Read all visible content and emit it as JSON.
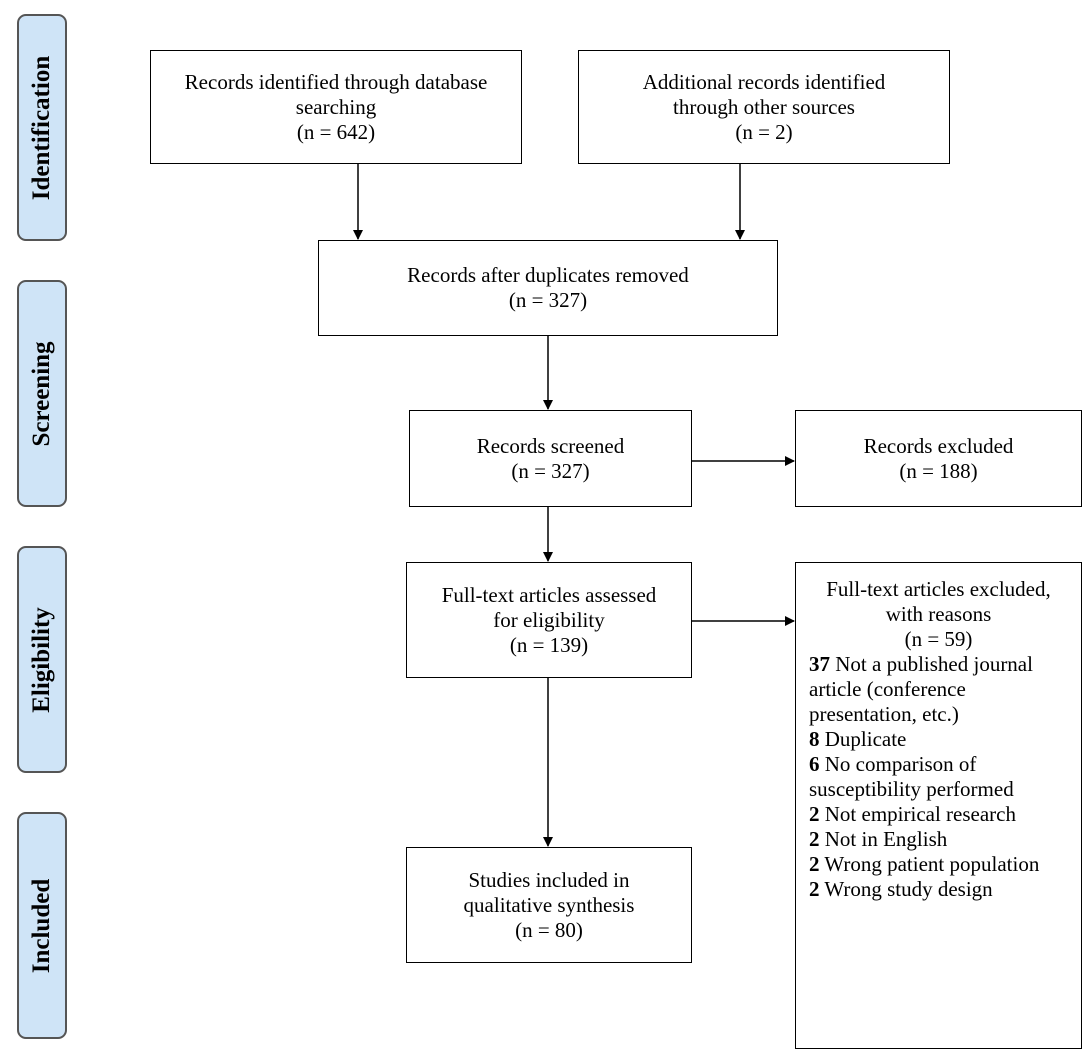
{
  "phases": {
    "identification": "Identification",
    "screening": "Screening",
    "eligibility": "Eligibility",
    "included": "Included"
  },
  "boxes": {
    "db_search": {
      "lines": [
        "Records identified through database",
        "searching",
        "(n = 642)"
      ]
    },
    "other_sources": {
      "lines": [
        "Additional records identified",
        "through other sources",
        "(n = 2)"
      ]
    },
    "after_duplicates": {
      "lines": [
        "Records after duplicates removed",
        "(n = 327)"
      ]
    },
    "screened": {
      "lines": [
        "Records screened",
        "(n = 327)"
      ]
    },
    "excluded": {
      "lines": [
        "Records excluded",
        "(n = 188)"
      ]
    },
    "fulltext_assessed": {
      "lines": [
        "Full-text articles assessed",
        "for eligibility",
        "(n = 139)"
      ]
    },
    "fulltext_excluded": {
      "lines": [
        "Full-text articles excluded,",
        "with reasons",
        "(n = 59)"
      ],
      "reasons": [
        {
          "count": "37",
          "text": " Not a published journal"
        },
        {
          "count": "",
          "text": "article (conference"
        },
        {
          "count": "",
          "text": "presentation, etc.)"
        },
        {
          "count": "8",
          "text": " Duplicate"
        },
        {
          "count": "6",
          "text": " No comparison of"
        },
        {
          "count": "",
          "text": "susceptibility performed"
        },
        {
          "count": "2",
          "text": " Not empirical research"
        },
        {
          "count": "2",
          "text": " Not in English"
        },
        {
          "count": "2",
          "text": " Wrong patient population"
        },
        {
          "count": "2",
          "text": " Wrong study design"
        }
      ]
    },
    "included_studies": {
      "lines": [
        "Studies included in",
        "qualitative synthesis",
        "(n = 80)"
      ]
    }
  }
}
